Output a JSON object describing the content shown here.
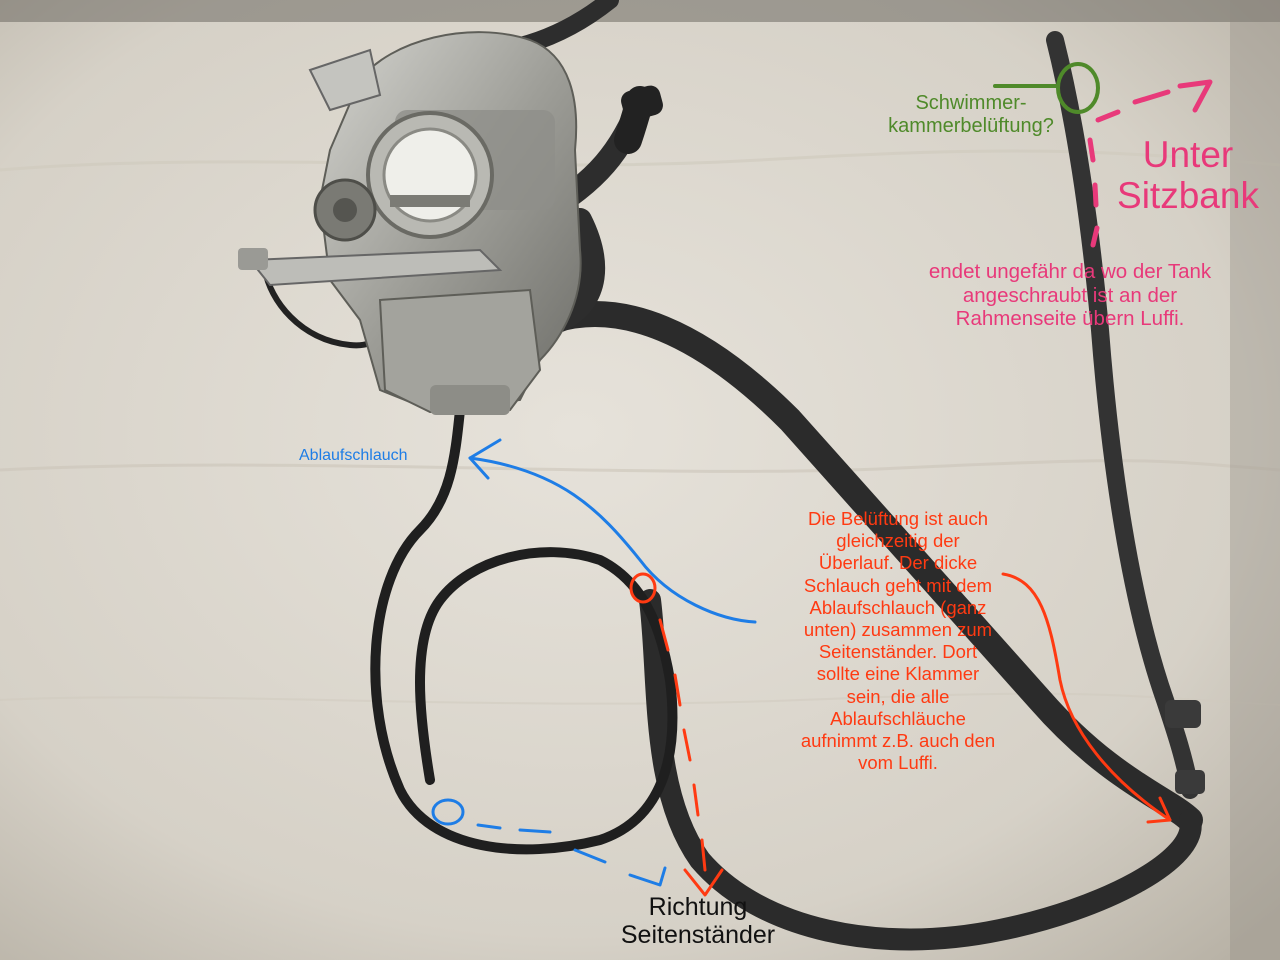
{
  "annotations": {
    "vent_label": "Schwimmer-\nkammerbelüftung?",
    "seat_label": "Unter\nSitzbank",
    "tank_note": "endet ungefähr da wo der Tank\nangeschraubt ist an der\nRahmenseite übern Luffi.",
    "drain_label": "Ablaufschlauch",
    "overflow_note": "Die Belüftung ist auch\ngleichzeitig der\nÜberlauf. Der dicke\nSchlauch geht mit dem\nAblaufschlauch (ganz\nunten) zusammen zum\nSeitenständer. Dort\nsollte eine Klammer\nsein, die alle\nAblaufschläuche\naufnimmt z.B. auch den\nvom Luffi.",
    "direction_label": "Richtung\nSeitenständer"
  },
  "colors": {
    "background": "#d9d4cb",
    "green_annotation": "#4f8a2a",
    "pink_annotation": "#e8397a",
    "blue_annotation": "#1e7de6",
    "red_annotation": "#ff3a12",
    "hose": "#2a2a2a",
    "carburetor_metal": "#a9a9a4"
  }
}
